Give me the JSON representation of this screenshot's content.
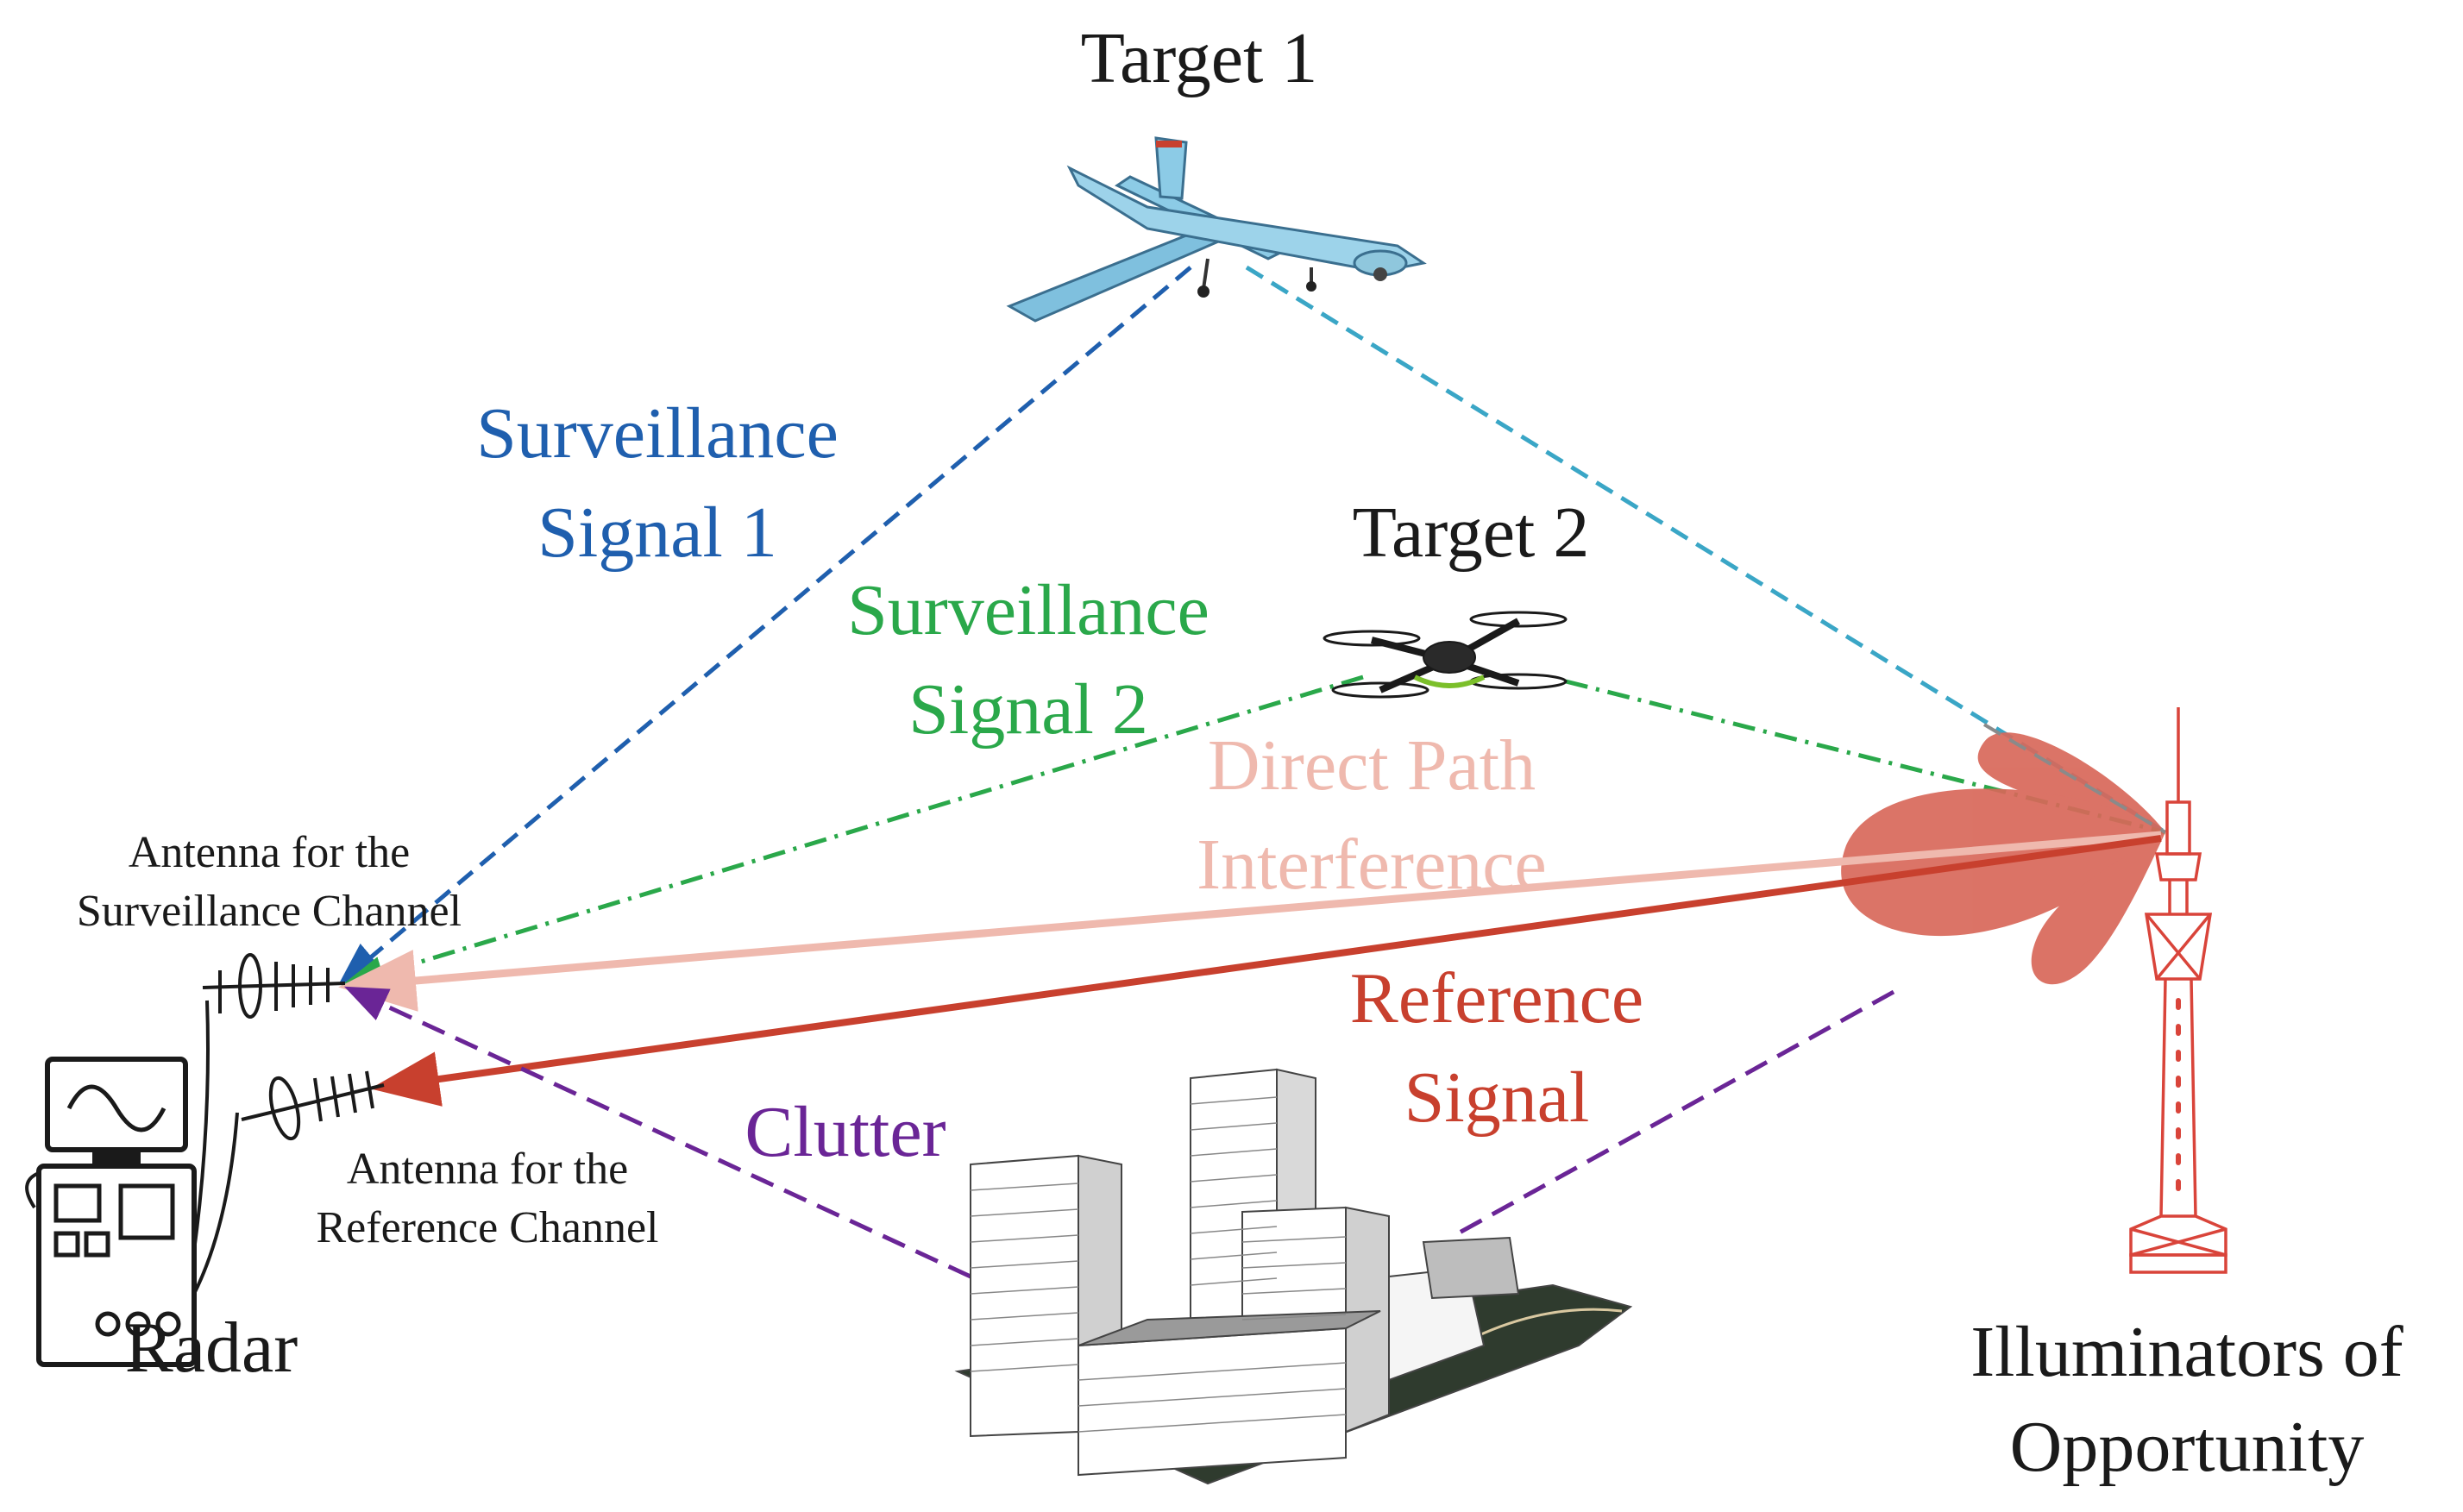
{
  "labels": {
    "target1": "Target 1",
    "target2": "Target 2",
    "surv1_line1": "Surveillance",
    "surv1_line2": "Signal 1",
    "surv2_line1": "Surveillance",
    "surv2_line2": "Signal 2",
    "direct_line1": "Direct Path",
    "direct_line2": "Interference",
    "ref_line1": "Reference",
    "ref_line2": "Signal",
    "clutter": "Clutter",
    "ant_surv_line1": "Antenna for the",
    "ant_surv_line2": "Surveillance Channel",
    "ant_ref_line1": "Antenna for the",
    "ant_ref_line2": "Reference Channel",
    "radar": "Radar",
    "ioo_line1": "Illuminators of",
    "ioo_line2": "Opportunity"
  },
  "colors": {
    "surveillance1": "#1f5fae",
    "surveillance2": "#2aa84a",
    "target1_path": "#3aa6c6",
    "direct_path": "#efb9ae",
    "reference": "#c8402e",
    "clutter": "#6a2596",
    "lobe": "#d8685a",
    "tower": "#d9443a",
    "text": "#1a1a1a"
  },
  "icons": [
    "uav-fixed-wing-icon",
    "quadcopter-icon",
    "radar-console-icon",
    "yagi-antenna-icon",
    "broadcast-tower-icon",
    "city-buildings-icon"
  ]
}
